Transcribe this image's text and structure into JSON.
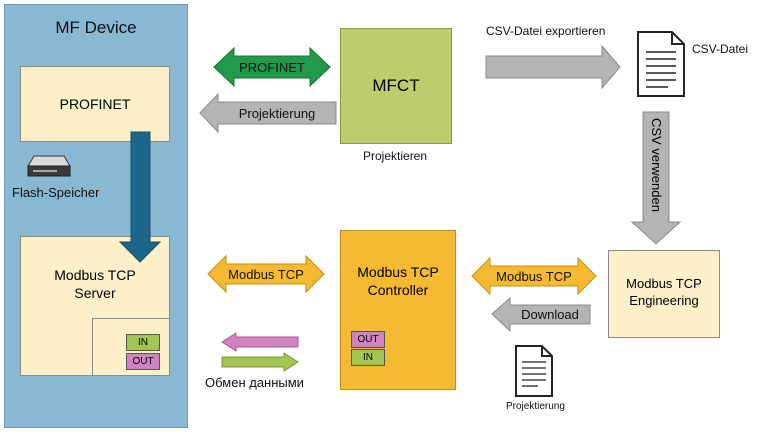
{
  "mf_device": {
    "title": "MF Device",
    "profinet": "PROFINET",
    "flash": "Flash-Speicher",
    "modbus_server": "Modbus TCP\nServer",
    "in": "IN",
    "out": "OUT"
  },
  "mfct": {
    "title": "MFCT",
    "caption": "Projektieren"
  },
  "arrows": {
    "profinet": "PROFINET",
    "projektierung": "Projektierung",
    "csv_export": "CSV-Datei exportieren",
    "csv_use": "CSV verwenden",
    "modbus_left": "Modbus TCP",
    "modbus_right": "Modbus TCP",
    "download": "Download",
    "exchange": "Обмен данными"
  },
  "csv_file": {
    "label": "CSV-Datei"
  },
  "controller": {
    "title": "Modbus TCP\nController",
    "out": "OUT",
    "in": "IN"
  },
  "engineering": {
    "title": "Modbus TCP\nEngineering"
  },
  "projektierung_file": {
    "label": "Projektierung"
  },
  "colors": {
    "device_bg": "#89b8d2",
    "cream": "#fdf0c8",
    "green": "#219a4a",
    "mfct": "#bccd6b",
    "orange": "#f5ba31",
    "blue_arrow": "#1c6789",
    "gray_arrow": "#b4b4b4",
    "io_green": "#a2c553",
    "io_pink": "#d282c0"
  }
}
